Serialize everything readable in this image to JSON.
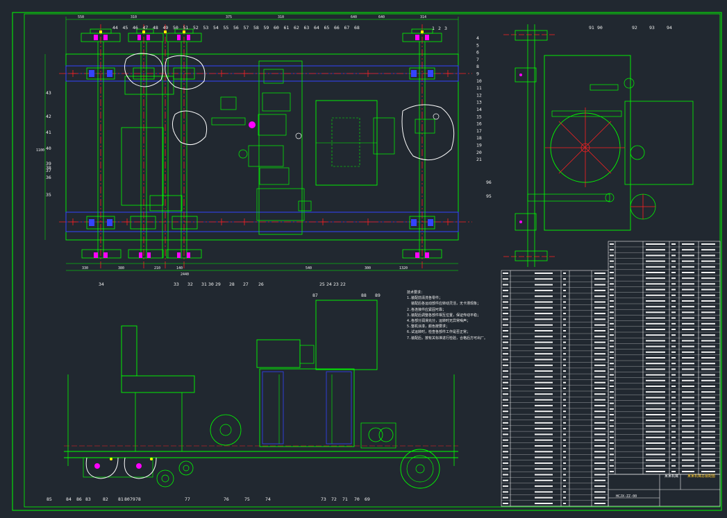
{
  "drawing": {
    "title": "某某机械",
    "drawing_title": "某某机械总装配图",
    "drawing_no": "HCJX-ZZ-00",
    "notes_title": "技术要求",
    "notes": [
      "技术要求：",
      "1.装配前清洗各零件；",
      "  装配后各运动部件应转动灵活，无卡滞现象；",
      "2.各连接件应紧固可靠；",
      "3.装配后调整各部件相互位置，保证传动平稳；",
      "4.各部分润滑充分，运转时无异常噪声；",
      "5.整机涂漆，颜色按要求；",
      "6.试运转时，检查各部件工作是否正常；",
      "7.装配后，按有关标准进行检验，合格后方可出厂。"
    ]
  },
  "balloons": {
    "top_view": [
      "1",
      "2",
      "3",
      "4",
      "5",
      "6",
      "7",
      "8",
      "9",
      "10",
      "11",
      "12",
      "13",
      "14",
      "15",
      "16",
      "17",
      "18",
      "19",
      "20",
      "21",
      "22",
      "23",
      "24",
      "25",
      "26",
      "27",
      "28",
      "29",
      "30",
      "31",
      "32",
      "33",
      "34",
      "35",
      "36",
      "37",
      "38",
      "39",
      "40",
      "41",
      "42",
      "43",
      "44",
      "45",
      "46",
      "47",
      "48",
      "49",
      "50",
      "51",
      "52",
      "53",
      "54",
      "55",
      "56",
      "57",
      "58",
      "59",
      "60",
      "61",
      "62",
      "63",
      "64",
      "65",
      "66",
      "67",
      "68"
    ],
    "side_view": [
      "69",
      "70",
      "71",
      "72",
      "73",
      "74",
      "75",
      "76",
      "77",
      "78",
      "79",
      "80",
      "81",
      "82",
      "83",
      "84",
      "85",
      "86",
      "87",
      "88",
      "89"
    ],
    "end_view": [
      "90",
      "91",
      "92",
      "93",
      "94",
      "95",
      "96"
    ]
  },
  "dimensions": {
    "top": [
      "550",
      "310",
      "375",
      "310",
      "640",
      "640",
      "314"
    ],
    "bottom": [
      "330",
      "380",
      "210",
      "140",
      "540",
      "2440",
      "300",
      "1320"
    ],
    "left": [
      "1100"
    ]
  },
  "colors": {
    "background": "#212830",
    "frame": "#00ff00",
    "part": "#00ff00",
    "centerline": "#ff2020",
    "bearing": "#3344ff",
    "text": "#f2f2f2",
    "magenta": "#ff00ff",
    "cyan": "#00ffff",
    "white": "#ffffff",
    "yellow": "#ffff00"
  }
}
